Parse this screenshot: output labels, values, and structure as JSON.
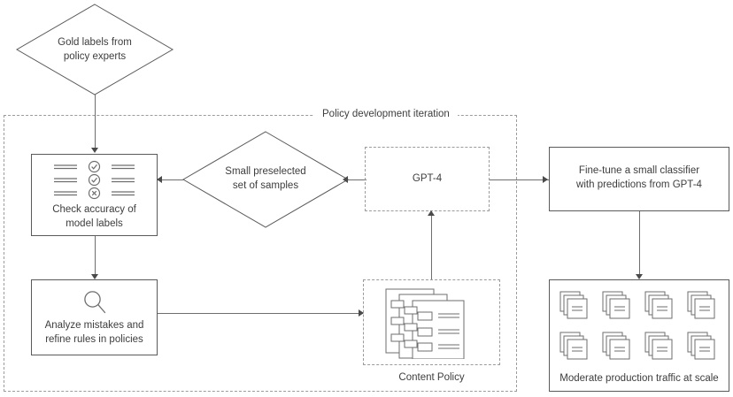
{
  "diagram": {
    "title": "Policy development iteration",
    "container_label": "Policy development iteration",
    "nodes": {
      "gold_labels": "Gold labels from\npolicy experts",
      "check_accuracy": "Check accuracy of\nmodel labels",
      "samples": "Small preselected\nset of samples",
      "gpt4": "GPT-4",
      "finetune": "Fine-tune a small classifier\nwith predictions from GPT-4",
      "analyze": "Analyze mistakes and\nrefine rules in policies",
      "content_policy": "Content Policy",
      "moderate": "Moderate production traffic at scale"
    },
    "icons": {
      "checklist": "checklist-icon",
      "magnifier": "magnifying-glass-icon",
      "documents": "stacked-documents-icon",
      "traffic_doc": "document-stack-icon"
    },
    "colors": {
      "stroke": "#5a5a5a",
      "dashed_stroke": "#9b9b9b",
      "connector": "#6e6e6e",
      "text": "#3d3d3d",
      "background": "#ffffff"
    },
    "traffic_items": [
      1,
      2,
      3,
      4,
      5,
      6,
      7,
      8
    ]
  }
}
